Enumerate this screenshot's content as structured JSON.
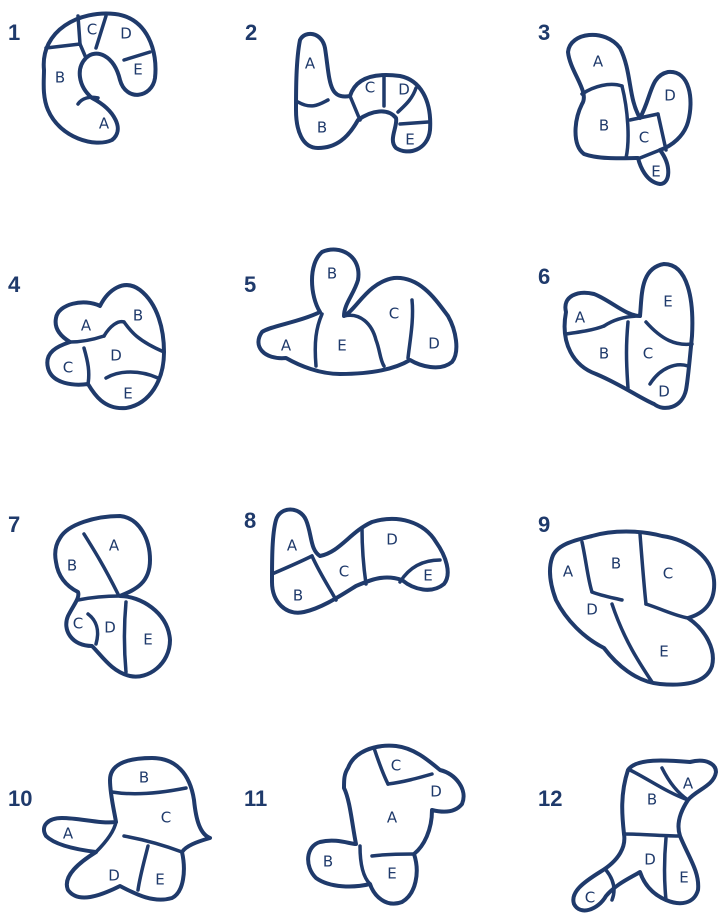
{
  "ink_color": "#1f3a6b",
  "figures": [
    {
      "number": "1",
      "regions": [
        "A",
        "B",
        "C",
        "D",
        "E"
      ]
    },
    {
      "number": "2",
      "regions": [
        "A",
        "B",
        "C",
        "D",
        "E"
      ]
    },
    {
      "number": "3",
      "regions": [
        "A",
        "B",
        "C",
        "D",
        "E"
      ]
    },
    {
      "number": "4",
      "regions": [
        "A",
        "B",
        "C",
        "D",
        "E"
      ]
    },
    {
      "number": "5",
      "regions": [
        "A",
        "B",
        "C",
        "D",
        "E"
      ]
    },
    {
      "number": "6",
      "regions": [
        "A",
        "B",
        "C",
        "D",
        "E"
      ]
    },
    {
      "number": "7",
      "regions": [
        "A",
        "B",
        "C",
        "D",
        "E"
      ]
    },
    {
      "number": "8",
      "regions": [
        "A",
        "B",
        "C",
        "D",
        "E"
      ]
    },
    {
      "number": "9",
      "regions": [
        "A",
        "B",
        "C",
        "D",
        "E"
      ]
    },
    {
      "number": "10",
      "regions": [
        "A",
        "B",
        "C",
        "D",
        "E"
      ]
    },
    {
      "number": "11",
      "regions": [
        "A",
        "B",
        "C",
        "D",
        "E"
      ]
    },
    {
      "number": "12",
      "regions": [
        "A",
        "B",
        "C",
        "D",
        "E"
      ]
    }
  ]
}
